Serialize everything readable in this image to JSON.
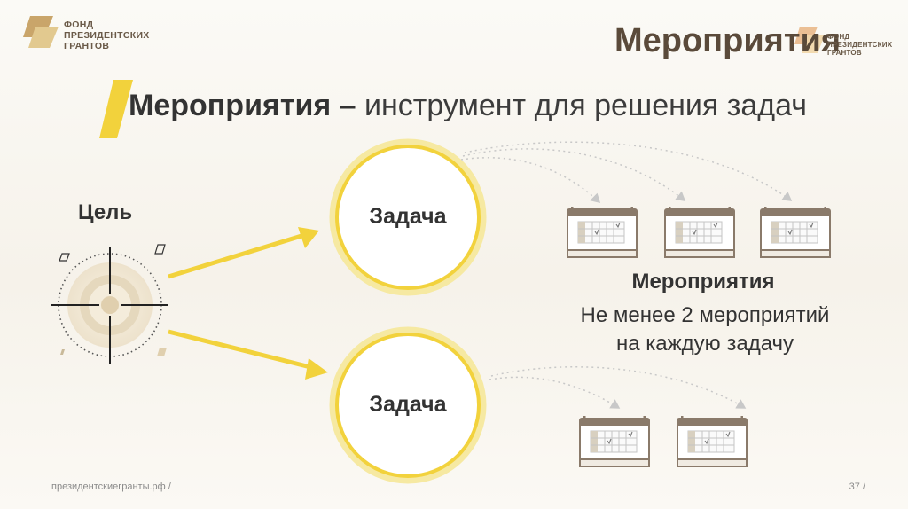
{
  "branding": {
    "logo_text": "ФОНД\nПРЕЗИДЕНТСКИХ\nГРАНТОВ",
    "header_logo_text": "ФОНД\nПРЕЗИДЕНТСКИХ\nГРАНТОВ",
    "header_title": "Мероприятия"
  },
  "slide": {
    "title_bold": "Мероприятия –",
    "title_rest": " инструмент для решения задач"
  },
  "diagram": {
    "goal_label": "Цель",
    "task_1_label": "Задача",
    "task_2_label": "Задача",
    "events_title": "Мероприятия",
    "events_description": "Не менее 2 мероприятий\nна каждую задачу",
    "task_1_events": 3,
    "task_2_events": 2
  },
  "footer": {
    "url": "президентскиегранты.рф  /",
    "page": "37 /"
  },
  "colors": {
    "accent_yellow": "#f2d23c",
    "brand_brown": "#5a4a3a",
    "calendar_frame": "#8a7a6a",
    "target_beige": "#e0d2b6"
  }
}
